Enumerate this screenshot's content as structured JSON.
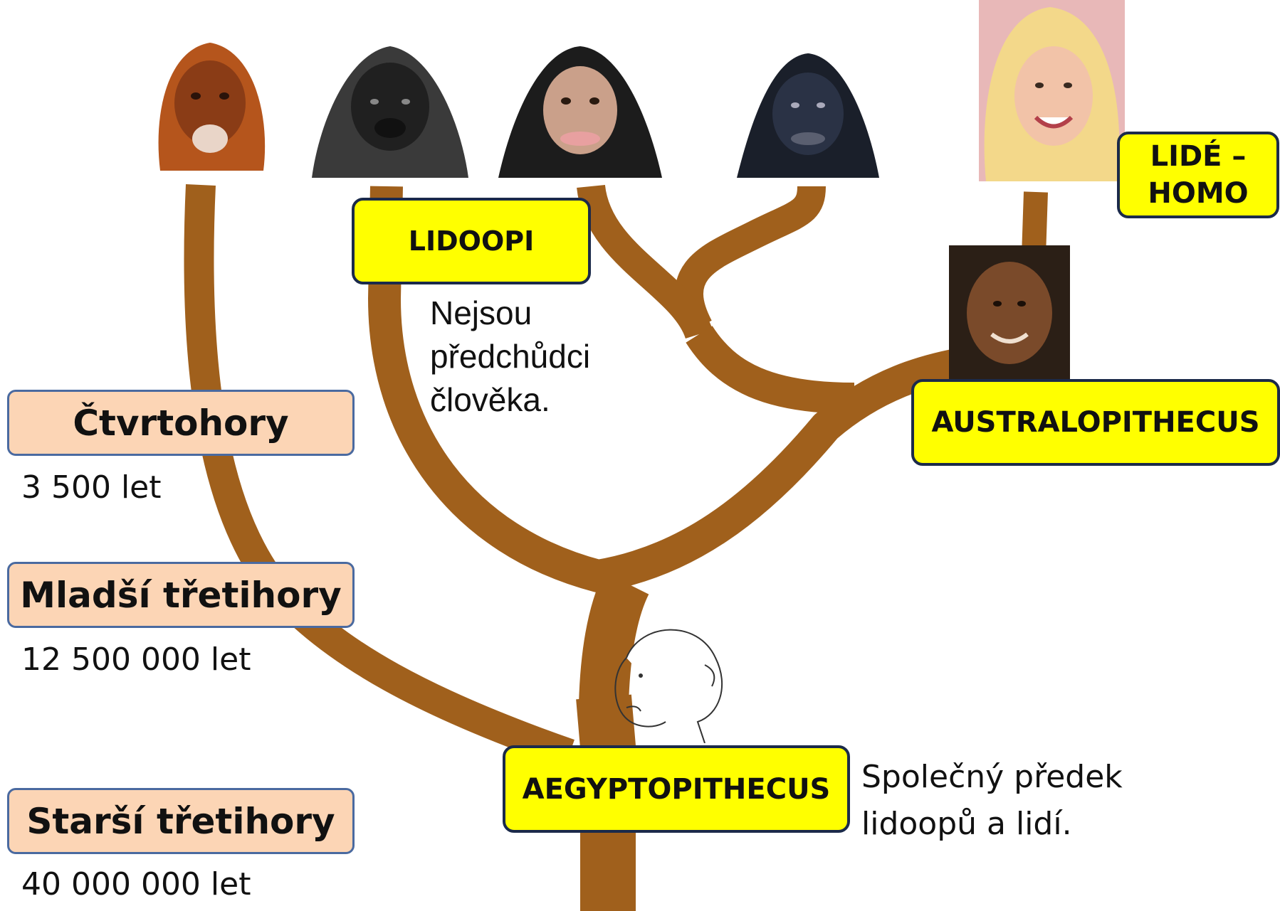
{
  "labels": {
    "lidoopi": "LIDOOPI",
    "lide": "LIDÉ – HOMO",
    "australopithecus": "AUSTRALOPITHECUS",
    "aegyptopithecus": "AEGYPTOPITHECUS"
  },
  "notes": {
    "lidoopi": "Nejsou předchůdci člověka.",
    "aegyptopithecus": "Společný předek lidoopů a lidí."
  },
  "eras": [
    {
      "name": "Čtvrtohory",
      "years": "3 500 let"
    },
    {
      "name": "Mladší třetihory",
      "years": "12 500 000 let"
    },
    {
      "name": "Starší třetihory",
      "years": "40 000 000 let"
    }
  ],
  "icons": [
    "orangutan-portrait",
    "gorilla-portrait",
    "chimpanzee-portrait",
    "bonobo-portrait",
    "human-portrait",
    "australopithecus-portrait",
    "aegyptopithecus-sketch"
  ],
  "colors": {
    "branch": "#a0601c",
    "label_box": "#ffff00",
    "label_border": "#1b2a4a",
    "era_box": "#fcd5b5",
    "era_border": "#4a6aa0"
  }
}
